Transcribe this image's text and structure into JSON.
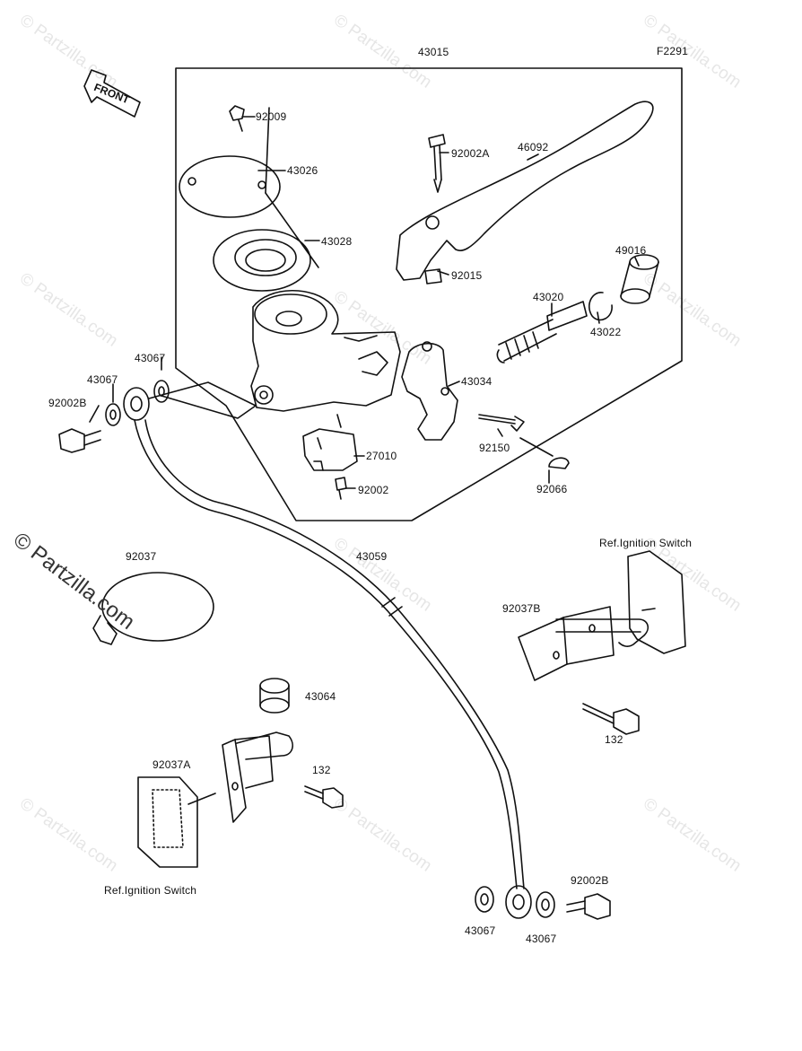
{
  "figure_code": "F2291",
  "front_label": "FRONT",
  "watermark": "© Partzilla.com",
  "colors": {
    "ink": "#111111",
    "watermark": "#e6e6e6",
    "background": "#ffffff"
  },
  "parts": {
    "p43015": "43015",
    "p92009": "92009",
    "p43026": "43026",
    "p43028": "43028",
    "p92002A": "92002A",
    "p46092": "46092",
    "p92015": "92015",
    "p49016": "49016",
    "p43020": "43020",
    "p43022": "43022",
    "p43067_top": "43067",
    "p43067_left": "43067",
    "p92002B_left": "92002B",
    "p43034": "43034",
    "p92150": "92150",
    "p27010": "27010",
    "p92066": "92066",
    "p92002": "92002",
    "p92037": "92037",
    "p43059": "43059",
    "ref_switch_right": "Ref.Ignition Switch",
    "p92037B": "92037B",
    "p132_right": "132",
    "p43064": "43064",
    "p92037A": "92037A",
    "p132_mid": "132",
    "ref_switch_left": "Ref.Ignition Switch",
    "p92002B_right": "92002B",
    "p43067_bl": "43067",
    "p43067_br": "43067"
  }
}
